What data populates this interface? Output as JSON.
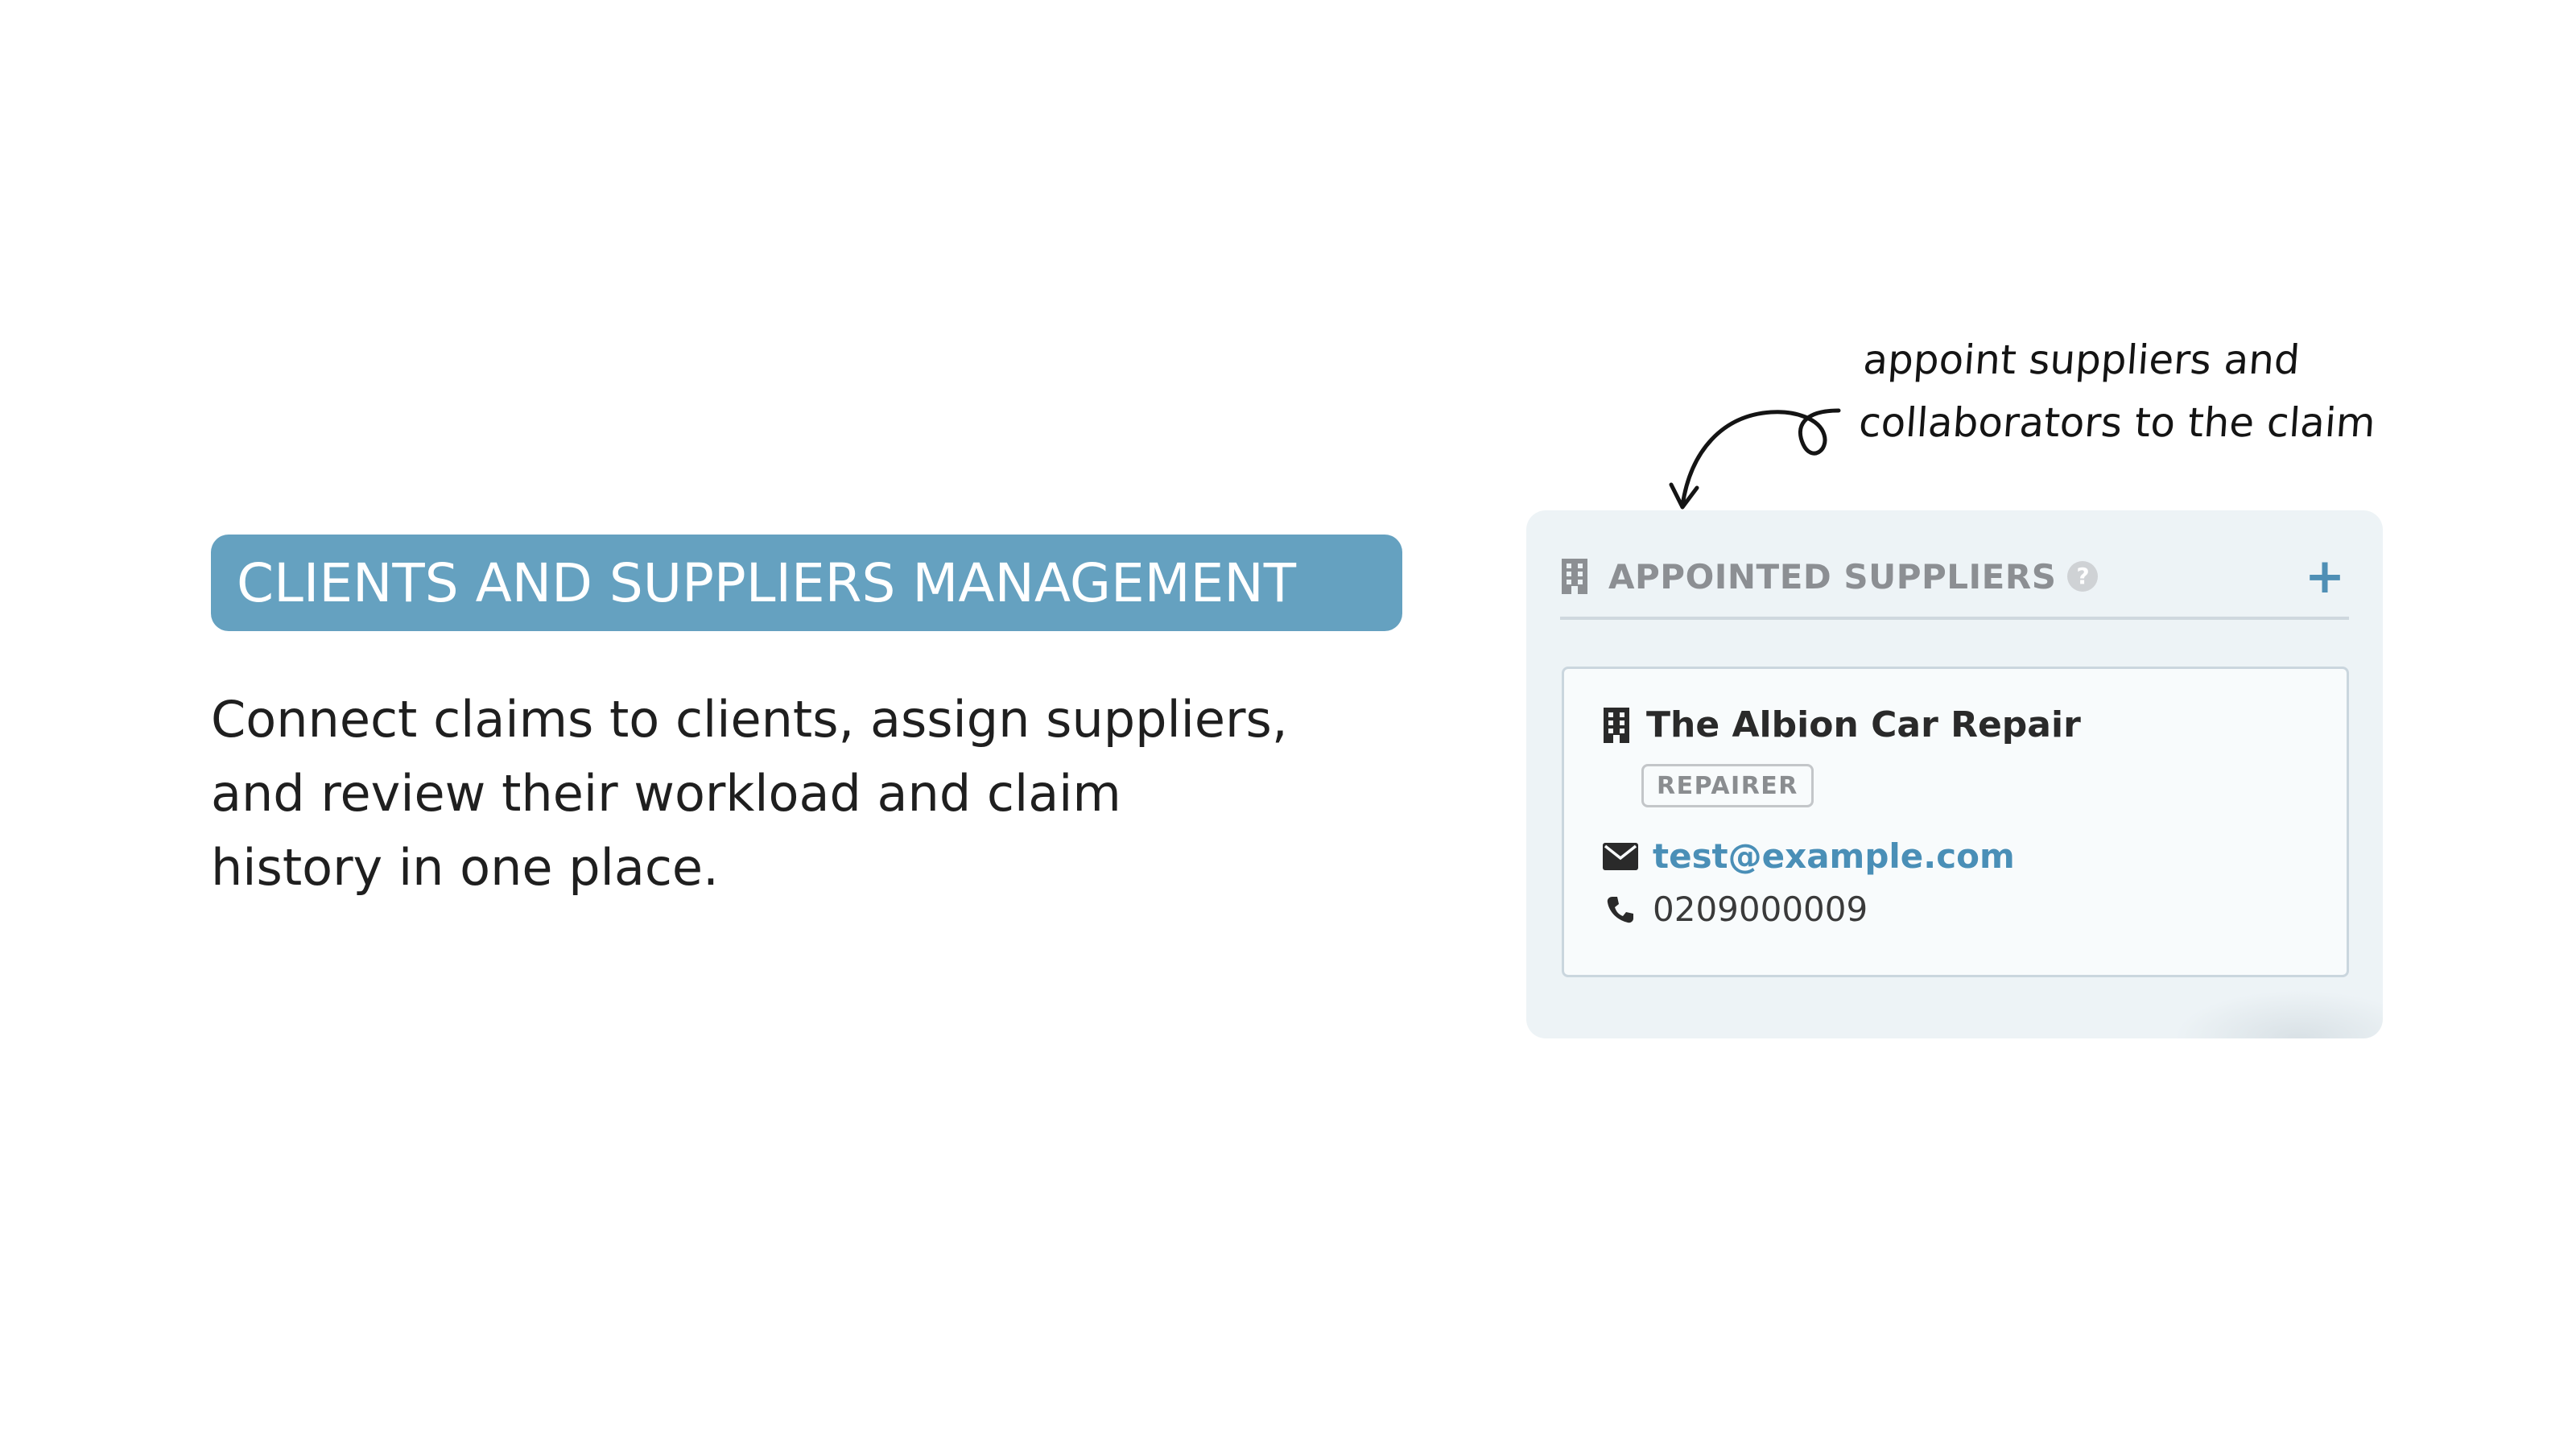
{
  "heading": "CLIENTS AND SUPPLIERS MANAGEMENT",
  "description": "Connect claims to clients, assign suppliers, and review their workload and claim history in one place.",
  "annotation": {
    "line1": "appoint suppliers and",
    "line2": "collaborators to the claim"
  },
  "card": {
    "title": "APPOINTED SUPPLIERS",
    "header_icon": "building-icon",
    "help_icon": "question-icon",
    "help_glyph": "?",
    "add_icon": "plus-icon",
    "add_glyph": "+",
    "supplier": {
      "name": "The Albion Car Repair",
      "icon": "building-icon",
      "tag": "REPAIRER",
      "email": "test@example.com",
      "email_icon": "envelope-icon",
      "phone": "0209000009",
      "phone_icon": "phone-icon"
    }
  },
  "colors": {
    "accent": "#65a1c0",
    "link": "#4a8fb7",
    "card_bg": "#edf3f6"
  }
}
